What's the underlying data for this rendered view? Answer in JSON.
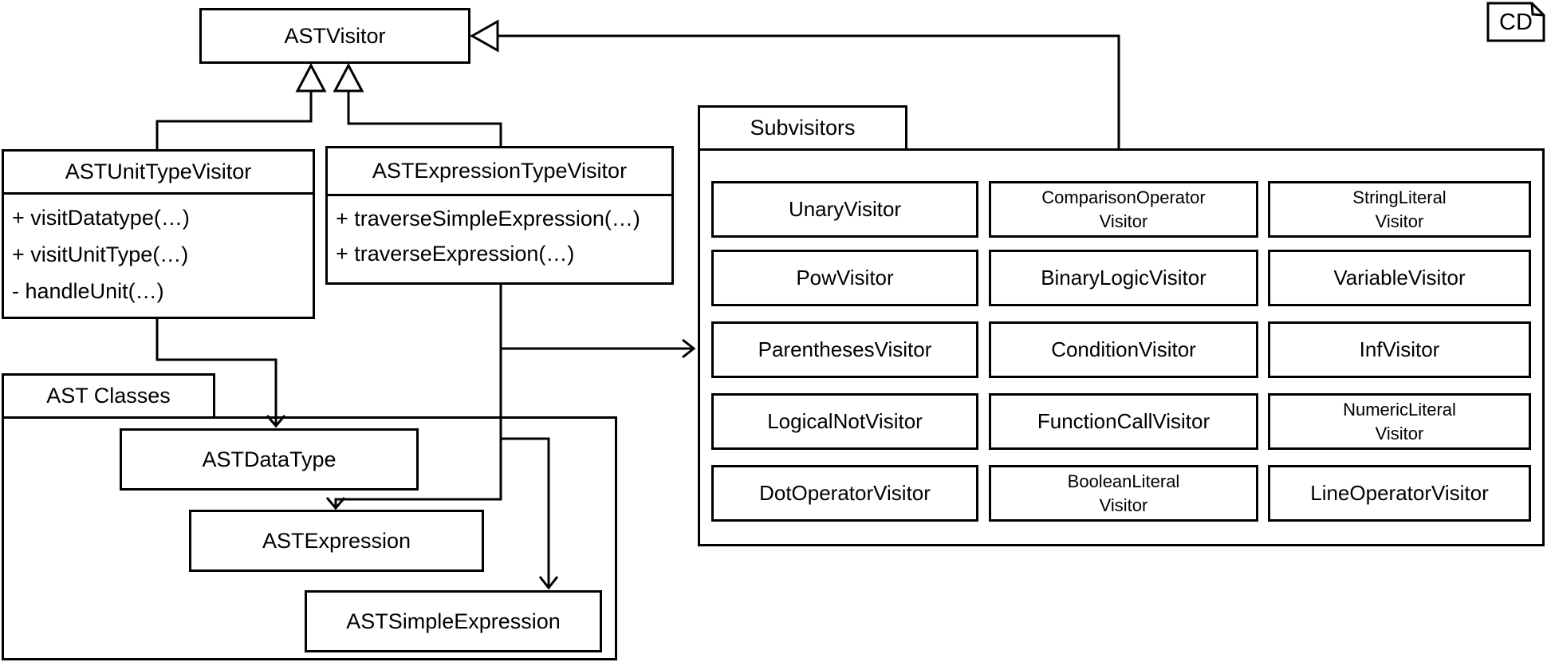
{
  "frame": {
    "label": "CD"
  },
  "classes": {
    "ast_visitor": {
      "name": "ASTVisitor"
    },
    "ast_unit_type_visitor": {
      "name": "ASTUnitTypeVisitor",
      "methods": [
        "+ visitDatatype(…)",
        "+ visitUnitType(…)",
        "- handleUnit(…)"
      ]
    },
    "ast_expression_type_visitor": {
      "name": "ASTExpressionTypeVisitor",
      "methods": [
        "+ traverseSimpleExpression(…)",
        "+ traverseExpression(…)"
      ]
    },
    "ast_data_type": {
      "name": "ASTDataType"
    },
    "ast_expression": {
      "name": "ASTExpression"
    },
    "ast_simple_expression": {
      "name": "ASTSimpleExpression"
    }
  },
  "packages": {
    "subvisitors": {
      "label": "Subvisitors",
      "cells": [
        {
          "lines": [
            "UnaryVisitor"
          ]
        },
        {
          "lines": [
            "ComparisonOperator",
            "Visitor"
          ]
        },
        {
          "lines": [
            "StringLiteral",
            "Visitor"
          ]
        },
        {
          "lines": [
            "PowVisitor"
          ]
        },
        {
          "lines": [
            "BinaryLogicVisitor"
          ]
        },
        {
          "lines": [
            "VariableVisitor"
          ]
        },
        {
          "lines": [
            "ParenthesesVisitor"
          ]
        },
        {
          "lines": [
            "ConditionVisitor"
          ]
        },
        {
          "lines": [
            "InfVisitor"
          ]
        },
        {
          "lines": [
            "LogicalNotVisitor"
          ]
        },
        {
          "lines": [
            "FunctionCallVisitor"
          ]
        },
        {
          "lines": [
            "NumericLiteral",
            "Visitor"
          ]
        },
        {
          "lines": [
            "DotOperatorVisitor"
          ]
        },
        {
          "lines": [
            "BooleanLiteral",
            "Visitor"
          ]
        },
        {
          "lines": [
            "LineOperatorVisitor"
          ]
        }
      ]
    },
    "ast_classes": {
      "label": "AST Classes"
    }
  },
  "colors": {
    "line": "#000000",
    "background": "#ffffff"
  }
}
